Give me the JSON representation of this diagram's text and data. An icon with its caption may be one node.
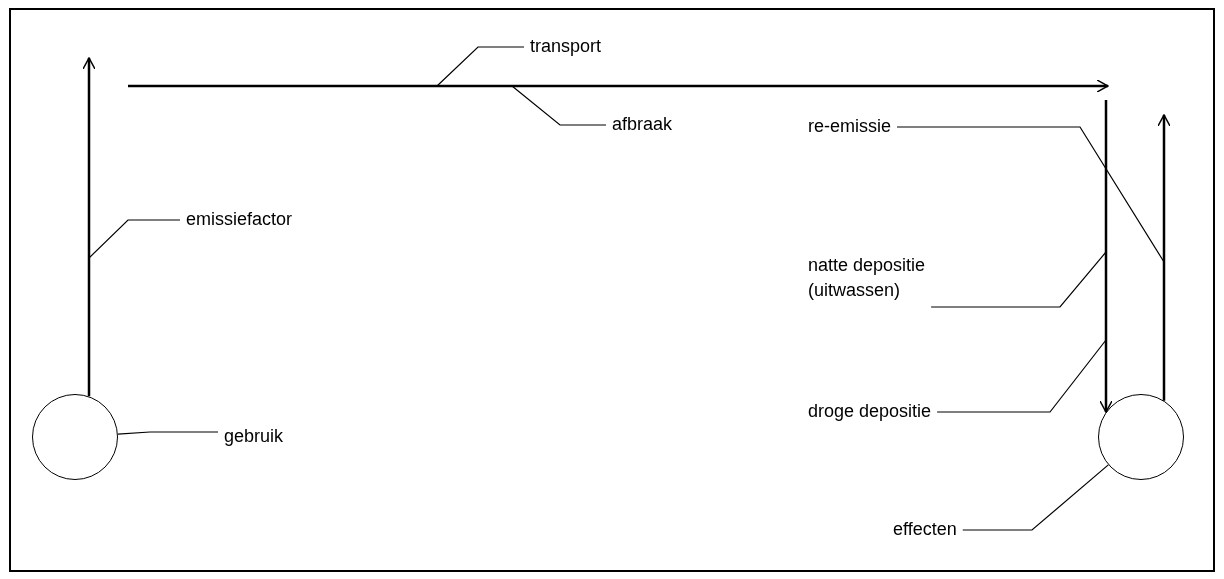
{
  "diagram": {
    "nodes": [
      {
        "text": [],
        "shape": "circle"
      },
      {
        "text": [],
        "shape": "circle"
      },
      {
        "text": [
          "gebruik"
        ]
      },
      {
        "text": [
          "effecten"
        ]
      },
      {
        "text": [
          "emissiefactor"
        ]
      },
      {
        "text": [
          "transport"
        ]
      },
      {
        "text": [
          "afbraak"
        ]
      },
      {
        "text": [
          "re-emissie"
        ]
      },
      {
        "text": [
          "natte depositie (uitwassen)"
        ]
      },
      {
        "text": [
          "droge depositie"
        ]
      }
    ],
    "edges": [
      {
        "from": 0,
        "to": null,
        "arrow": "to"
      },
      {
        "from": null,
        "to": 1,
        "arrow": "to"
      },
      {
        "from": 1,
        "to": null,
        "arrow": "to"
      },
      {
        "from": 2,
        "to": 0,
        "arrow": "none"
      },
      {
        "from": 3,
        "to": 1,
        "arrow": "none"
      },
      {
        "from": 4,
        "to": null,
        "arrow": "none"
      },
      {
        "from": 5,
        "to": null,
        "arrow": "none"
      },
      {
        "from": 6,
        "to": null,
        "arrow": "none"
      },
      {
        "from": 7,
        "to": null,
        "arrow": "none"
      },
      {
        "from": 8,
        "to": null,
        "arrow": "none"
      },
      {
        "from": 9,
        "to": null,
        "arrow": "none"
      }
    ]
  }
}
